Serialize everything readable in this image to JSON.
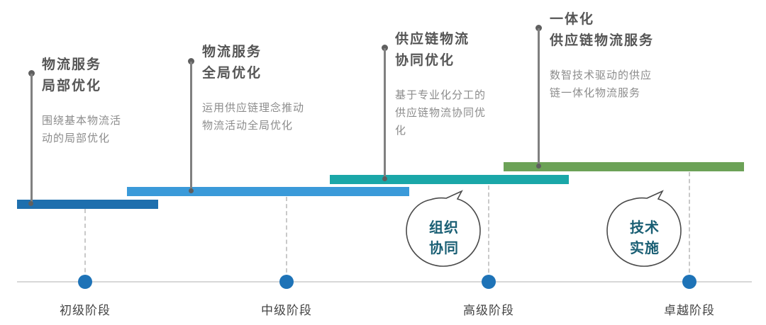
{
  "stages": [
    {
      "label": "初级阶段"
    },
    {
      "label": "中级阶段"
    },
    {
      "label": "高级阶段"
    },
    {
      "label": "卓越阶段"
    }
  ],
  "phases": [
    {
      "title": "物流服务\n局部优化",
      "desc": "围绕基本物流活\n动的局部优化",
      "color": "#1e6fae"
    },
    {
      "title": "物流服务\n全局优化",
      "desc": "运用供应链理念推动\n物流活动全局优化",
      "color": "#3a9ad9"
    },
    {
      "title": "供应链物流\n协同优化",
      "desc": "基于专业化分工的\n供应链物流协同优\n化",
      "color": "#1aa7a8"
    },
    {
      "title": "一体化\n供应链物流服务",
      "desc": "数智技术驱动的供应\n链一体化物流服务",
      "color": "#6ca257"
    }
  ],
  "callouts": [
    {
      "text": "组织\n协同"
    },
    {
      "text": "技术\n实施"
    }
  ],
  "colors": {
    "axis_node": "#1e73b7",
    "callout_text": "#1a5f74"
  }
}
